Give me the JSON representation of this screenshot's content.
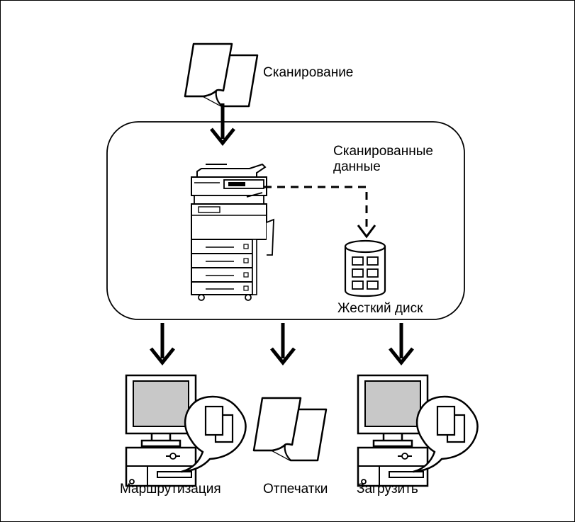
{
  "labels": {
    "scanning": "Сканирование",
    "scanned_data": "Сканированные данные",
    "hard_disk": "Жесткий диск",
    "routing": "Маршрутизация",
    "printouts": "Отпечатки",
    "download": "Загрузить"
  },
  "colors": {
    "line": "#000000",
    "monitor_screen": "#c8c8c8",
    "background": "#ffffff"
  },
  "icons": [
    "document-icon",
    "arrow-down-icon",
    "mfp-device-icon",
    "hard-disk-icon",
    "computer-icon",
    "speech-bubble-icon"
  ]
}
